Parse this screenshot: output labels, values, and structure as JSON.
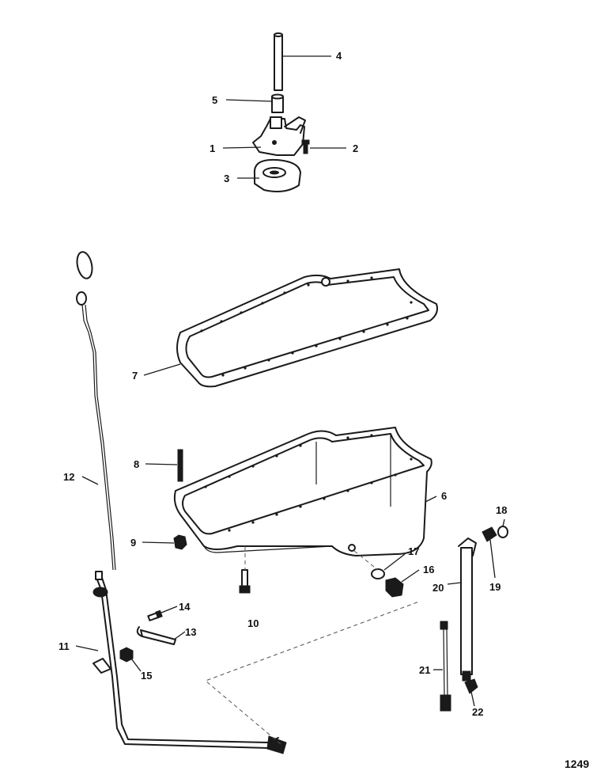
{
  "diagram": {
    "figure_number": "1249",
    "callouts": [
      {
        "id": "1",
        "label": "1"
      },
      {
        "id": "2",
        "label": "2"
      },
      {
        "id": "3",
        "label": "3"
      },
      {
        "id": "4",
        "label": "4"
      },
      {
        "id": "5",
        "label": "5"
      },
      {
        "id": "6",
        "label": "6"
      },
      {
        "id": "7",
        "label": "7"
      },
      {
        "id": "8",
        "label": "8"
      },
      {
        "id": "9",
        "label": "9"
      },
      {
        "id": "10",
        "label": "10"
      },
      {
        "id": "11",
        "label": "11"
      },
      {
        "id": "12",
        "label": "12"
      },
      {
        "id": "13",
        "label": "13"
      },
      {
        "id": "14",
        "label": "14"
      },
      {
        "id": "15",
        "label": "15"
      },
      {
        "id": "16",
        "label": "16"
      },
      {
        "id": "17",
        "label": "17"
      },
      {
        "id": "18",
        "label": "18"
      },
      {
        "id": "19",
        "label": "19"
      },
      {
        "id": "20",
        "label": "20"
      },
      {
        "id": "21",
        "label": "21"
      },
      {
        "id": "22",
        "label": "22"
      }
    ]
  }
}
